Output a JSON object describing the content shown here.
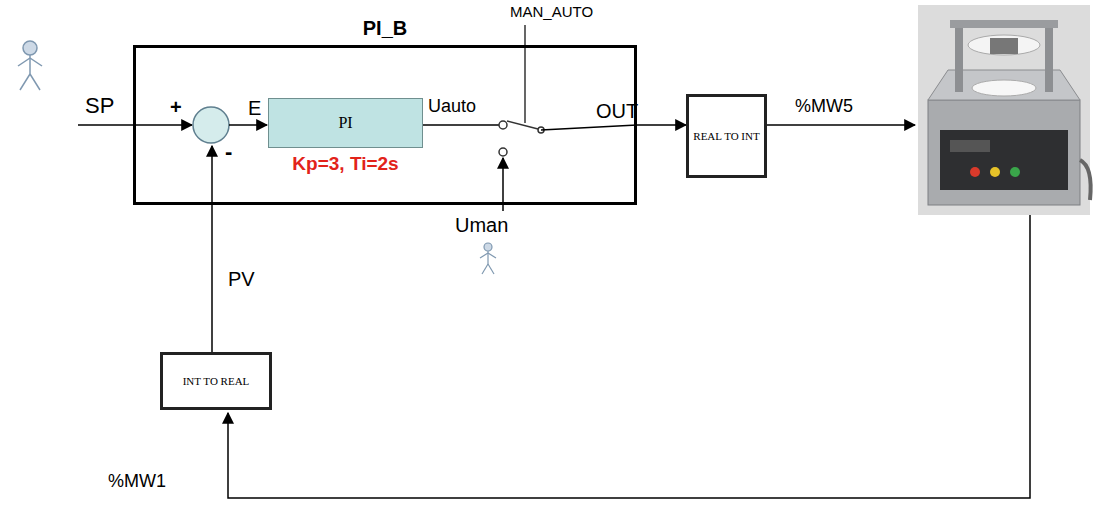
{
  "diagram": {
    "nodes": [
      {
        "text": [
          "PI_B"
        ]
      },
      {
        "text": [
          "PI",
          "Kp=3, Ti=2s"
        ],
        "in": 0
      },
      {
        "text": [
          "REAL TO INT"
        ]
      },
      {
        "text": [
          "INT TO REAL"
        ]
      }
    ],
    "edges": [
      {
        "from": 0,
        "to": 2,
        "arrow": "to",
        "label": "OUT"
      },
      {
        "from": 3,
        "to": 0,
        "arrow": "to"
      }
    ],
    "labels": [
      "MAN_AUTO",
      "SP",
      "+",
      "E",
      "-",
      "Uauto",
      "Uman",
      "%MW5",
      "PV",
      "%MW1"
    ]
  }
}
